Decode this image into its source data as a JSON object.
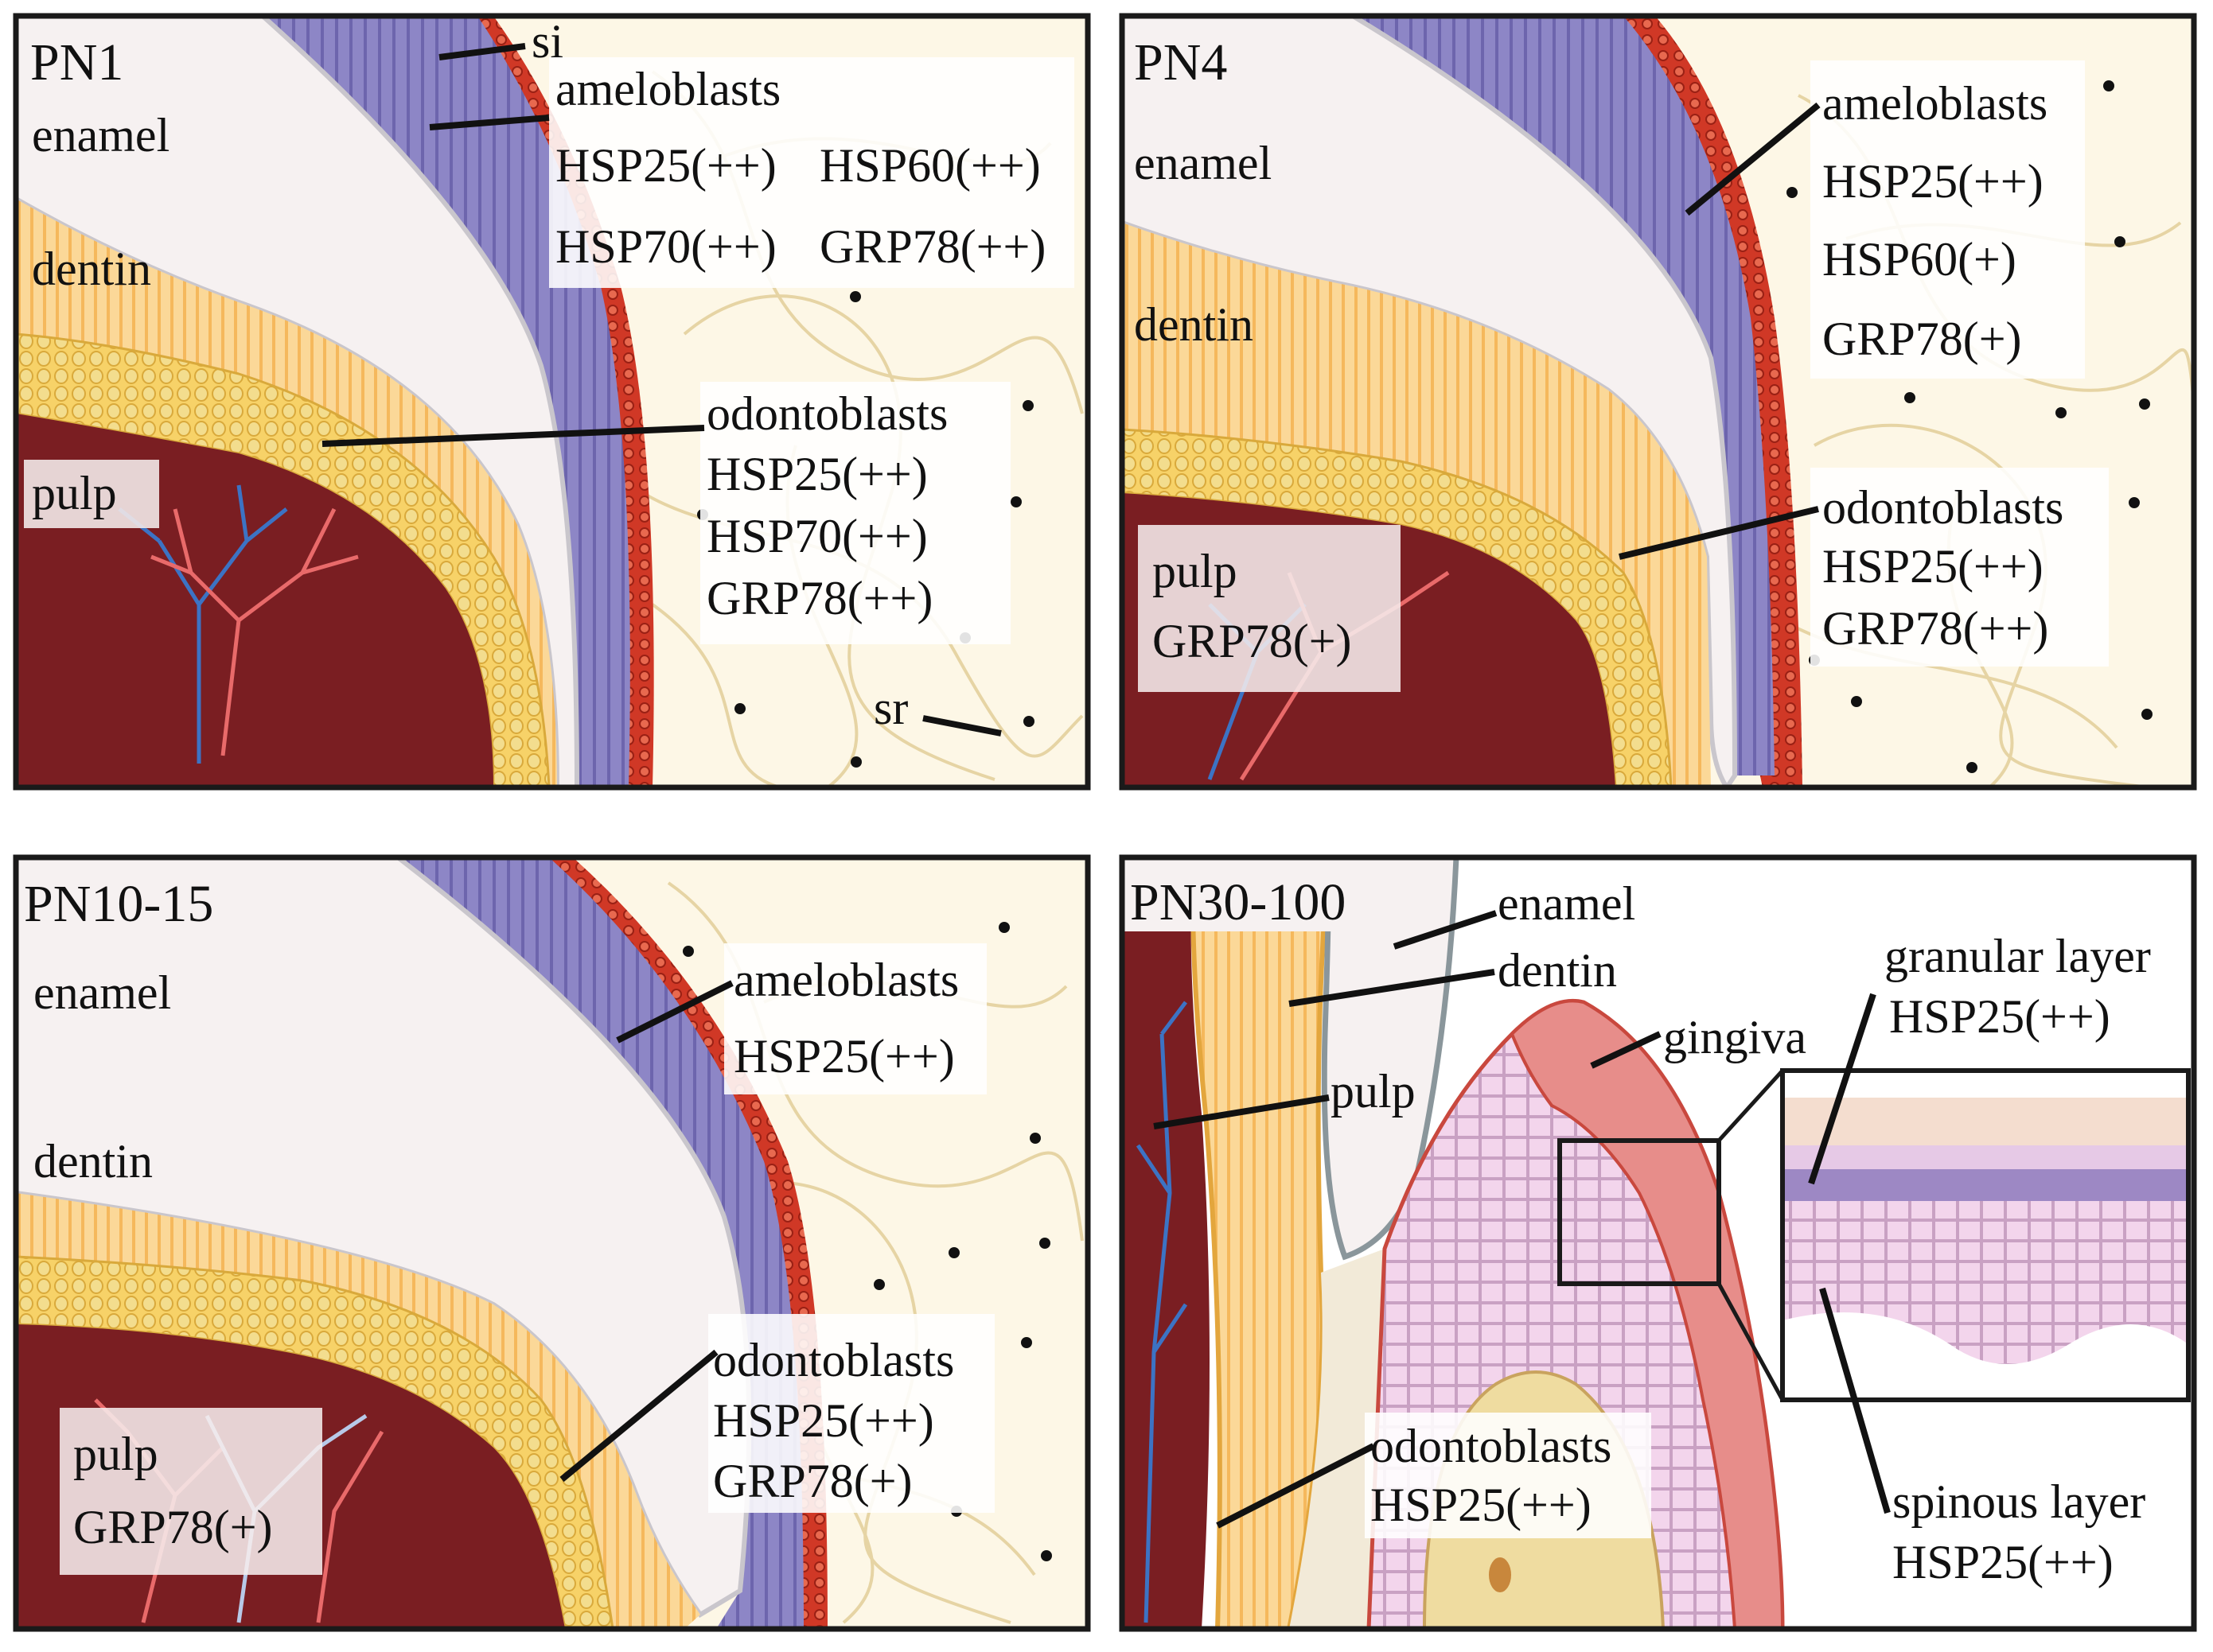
{
  "colors": {
    "hsp25": "#3a7dc2",
    "hsp60": "#cc3a2e",
    "hsp70": "#c23bb0",
    "grp78": "#4aa33c",
    "grp78_pulp_pn4": "#f4b24a",
    "frame": "#1a1a1a",
    "pulp": "#7a1e22",
    "dentin": "#fbd898",
    "enamel": "#f6f1f1",
    "ameloblasts": "#8d86c6",
    "stratum": "#d03826",
    "background_tissue": "#fdf7e6",
    "gingiva": "#e78d8a"
  },
  "panels": {
    "pn1": {
      "title": "PN1",
      "enamel": "enamel",
      "dentin": "dentin",
      "pulp": "pulp",
      "si": "si",
      "sr": "sr",
      "ameloblasts": "ameloblasts",
      "amelo_m1": "HSP25(++)",
      "amelo_m2": "HSP60(++)",
      "amelo_m3": "HSP70(++)",
      "amelo_m4": "GRP78(++)",
      "odontoblasts": "odontoblasts",
      "odonto_m1": "HSP25(++)",
      "odonto_m2": "HSP70(++)",
      "odonto_m3": "GRP78(++)"
    },
    "pn4": {
      "title": "PN4",
      "enamel": "enamel",
      "dentin": "dentin",
      "pulp": "pulp",
      "pulp_m1": "GRP78(+)",
      "ameloblasts": "ameloblasts",
      "amelo_m1": "HSP25(++)",
      "amelo_m2": "HSP60(+)",
      "amelo_m3": "GRP78(+)",
      "odontoblasts": "odontoblasts",
      "odonto_m1": "HSP25(++)",
      "odonto_m2": "GRP78(++)"
    },
    "pn10": {
      "title": "PN10-15",
      "enamel": "enamel",
      "dentin": "dentin",
      "pulp": "pulp",
      "pulp_m1": "GRP78(+)",
      "ameloblasts": "ameloblasts",
      "amelo_m1": "HSP25(++)",
      "odontoblasts": "odontoblasts",
      "odonto_m1": "HSP25(++)",
      "odonto_m2": "GRP78(+)"
    },
    "pn30": {
      "title": "PN30-100",
      "enamel": "enamel",
      "dentin": "dentin",
      "pulp": "pulp",
      "gingiva": "gingiva",
      "granular": "granular layer",
      "granular_m1": "HSP25(++)",
      "spinous": "spinous layer",
      "spinous_m1": "HSP25(++)",
      "odontoblasts": "odontoblasts",
      "odonto_m1": "HSP25(++)"
    }
  }
}
